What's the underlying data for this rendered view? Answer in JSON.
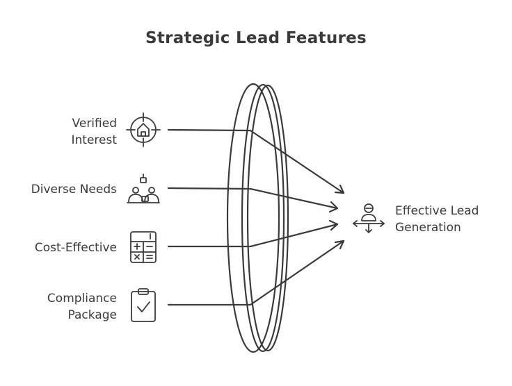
{
  "title": "Strategic Lead Features",
  "inputs": [
    {
      "line1": "Verified",
      "line2": "Interest",
      "icon": "home-target-icon"
    },
    {
      "line1": "Diverse Needs",
      "line2": "",
      "icon": "people-meeting-icon"
    },
    {
      "line1": "Cost-Effective",
      "line2": "",
      "icon": "calculator-icon"
    },
    {
      "line1": "Compliance",
      "line2": "Package",
      "icon": "clipboard-check-icon"
    }
  ],
  "output": {
    "line1": "Effective Lead",
    "line2": "Generation",
    "icon": "person-arrows-icon"
  },
  "colors": {
    "stroke": "#3a3a3a",
    "background": "#ffffff"
  }
}
